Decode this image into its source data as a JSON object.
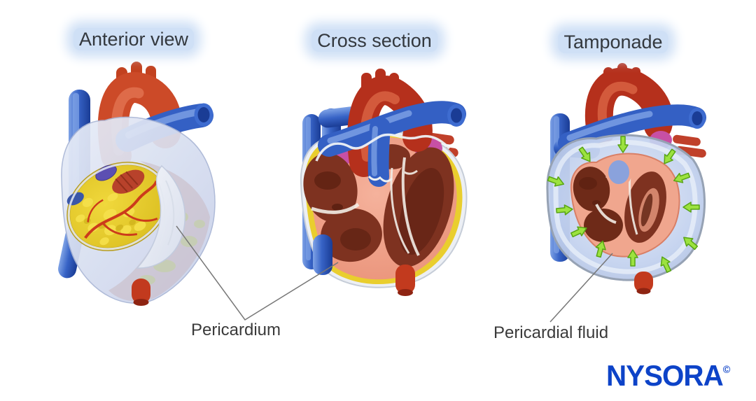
{
  "figure": {
    "type": "medical-illustration",
    "subject": "Heart pericardium and cardiac tamponade comparison"
  },
  "panels": [
    {
      "title": "Anterior view"
    },
    {
      "title": "Cross section"
    },
    {
      "title": "Tamponade",
      "compression_arrow_count": 12
    }
  ],
  "annotations": [
    {
      "label": "Pericardium",
      "points_to": [
        "anterior-view pericardial flap",
        "cross-section pericardium edge"
      ]
    },
    {
      "label": "Pericardial fluid",
      "points_to": [
        "tamponade pericardial effusion"
      ]
    }
  ],
  "logo": {
    "text": "NYSORA",
    "mark": "©"
  },
  "colors": {
    "aorta_red": "#C2411F",
    "aorta_red_dark": "#9E2D14",
    "aorta_highlight": "#E0714F",
    "vessel_blue": "#3460C4",
    "vessel_blue_light": "#7FA3E6",
    "vessel_blue_dark": "#1A3C95",
    "pericardium_light": "#D9E0F1",
    "fat_yellow": "#E9CE2E",
    "myocardium_salmon": "#EE9C84",
    "chamber_dark": "#7E3220",
    "chamber_darker": "#5E2112",
    "fluid_blue": "#C4D3EE",
    "arrow_green": "#9CE23F",
    "arrow_green_dark": "#58A414",
    "magenta": "#C750A5",
    "title_text": "#33383E",
    "label_text": "#3A3A3A",
    "leader_gray": "#777777",
    "logo_blue": "#0D43C8",
    "title_glow": "#CFE0F6"
  }
}
